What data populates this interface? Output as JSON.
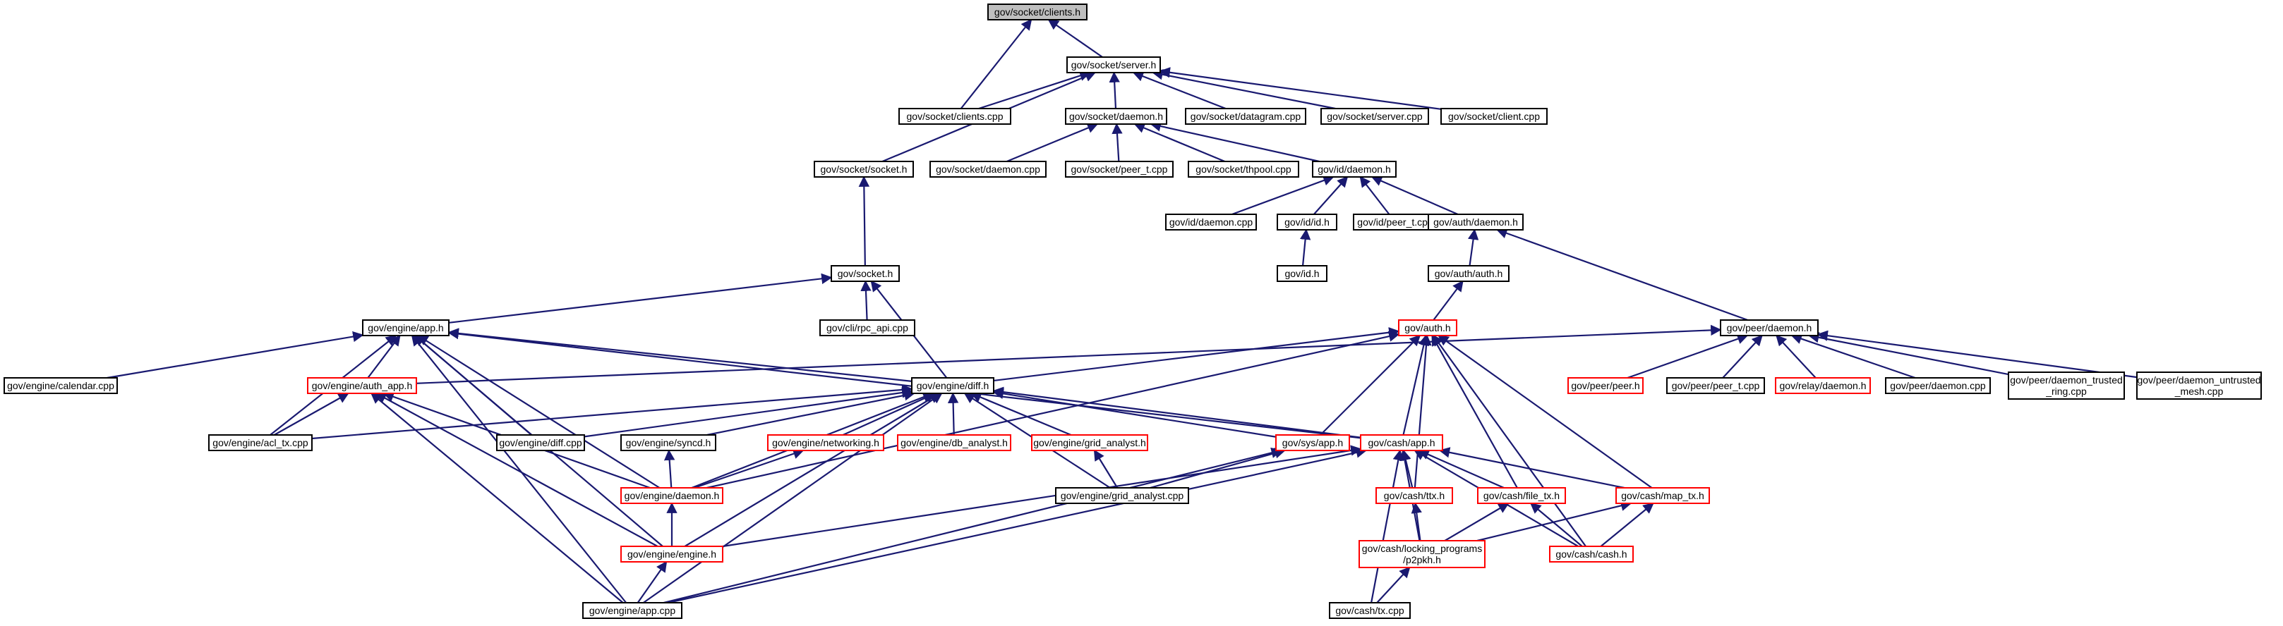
{
  "graph": {
    "colors": {
      "edge": "#191970",
      "node_border_normal": "#000000",
      "node_border_truncated": "#ff0000",
      "root_fill": "#bfbfbf",
      "node_fill": "#ffffff"
    },
    "nodes": [
      {
        "id": "clients_h",
        "lines": [
          "gov/socket/clients.h"
        ],
        "style": "root"
      },
      {
        "id": "server_h",
        "lines": [
          "gov/socket/server.h"
        ],
        "style": "normal"
      },
      {
        "id": "clients_cpp",
        "lines": [
          "gov/socket/clients.cpp"
        ],
        "style": "normal"
      },
      {
        "id": "sock_daemon_h",
        "lines": [
          "gov/socket/daemon.h"
        ],
        "style": "normal"
      },
      {
        "id": "datagram_cpp",
        "lines": [
          "gov/socket/datagram.cpp"
        ],
        "style": "normal"
      },
      {
        "id": "server_cpp",
        "lines": [
          "gov/socket/server.cpp"
        ],
        "style": "normal"
      },
      {
        "id": "client_cpp",
        "lines": [
          "gov/socket/client.cpp"
        ],
        "style": "normal"
      },
      {
        "id": "socket_socket_h",
        "lines": [
          "gov/socket/socket.h"
        ],
        "style": "normal"
      },
      {
        "id": "sock_daemon_cpp",
        "lines": [
          "gov/socket/daemon.cpp"
        ],
        "style": "normal"
      },
      {
        "id": "sock_peer_t_cpp",
        "lines": [
          "gov/socket/peer_t.cpp"
        ],
        "style": "normal"
      },
      {
        "id": "thpool_cpp",
        "lines": [
          "gov/socket/thpool.cpp"
        ],
        "style": "normal"
      },
      {
        "id": "id_daemon_h",
        "lines": [
          "gov/id/daemon.h"
        ],
        "style": "normal"
      },
      {
        "id": "id_daemon_cpp",
        "lines": [
          "gov/id/daemon.cpp"
        ],
        "style": "normal"
      },
      {
        "id": "id_id_h",
        "lines": [
          "gov/id/id.h"
        ],
        "style": "normal"
      },
      {
        "id": "id_peer_t_cpp",
        "lines": [
          "gov/id/peer_t.cpp"
        ],
        "style": "normal"
      },
      {
        "id": "auth_daemon_h",
        "lines": [
          "gov/auth/daemon.h"
        ],
        "style": "normal"
      },
      {
        "id": "id_h",
        "lines": [
          "gov/id.h"
        ],
        "style": "normal"
      },
      {
        "id": "auth_auth_h",
        "lines": [
          "gov/auth/auth.h"
        ],
        "style": "normal"
      },
      {
        "id": "socket_h",
        "lines": [
          "gov/socket.h"
        ],
        "style": "normal"
      },
      {
        "id": "rpc_api_cpp",
        "lines": [
          "gov/cli/rpc_api.cpp"
        ],
        "style": "normal"
      },
      {
        "id": "engine_app_h",
        "lines": [
          "gov/engine/app.h"
        ],
        "style": "normal"
      },
      {
        "id": "auth_h",
        "lines": [
          "gov/auth.h"
        ],
        "style": "truncated"
      },
      {
        "id": "peer_daemon_h",
        "lines": [
          "gov/peer/daemon.h"
        ],
        "style": "normal"
      },
      {
        "id": "calendar_cpp",
        "lines": [
          "gov/engine/calendar.cpp"
        ],
        "style": "normal"
      },
      {
        "id": "auth_app_h",
        "lines": [
          "gov/engine/auth_app.h"
        ],
        "style": "truncated"
      },
      {
        "id": "diff_h",
        "lines": [
          "gov/engine/diff.h"
        ],
        "style": "normal"
      },
      {
        "id": "peer_h",
        "lines": [
          "gov/peer/peer.h"
        ],
        "style": "truncated"
      },
      {
        "id": "peer_peer_t_cpp",
        "lines": [
          "gov/peer/peer_t.cpp"
        ],
        "style": "normal"
      },
      {
        "id": "relay_daemon_h",
        "lines": [
          "gov/relay/daemon.h"
        ],
        "style": "truncated"
      },
      {
        "id": "peer_daemon_cpp",
        "lines": [
          "gov/peer/daemon.cpp"
        ],
        "style": "normal"
      },
      {
        "id": "trusted_ring_cpp",
        "lines": [
          "gov/peer/daemon_trusted",
          "_ring.cpp"
        ],
        "style": "normal"
      },
      {
        "id": "untrusted_mesh_cpp",
        "lines": [
          "gov/peer/daemon_untrusted",
          "_mesh.cpp"
        ],
        "style": "normal"
      },
      {
        "id": "acl_tx_cpp",
        "lines": [
          "gov/engine/acl_tx.cpp"
        ],
        "style": "normal"
      },
      {
        "id": "diff_cpp",
        "lines": [
          "gov/engine/diff.cpp"
        ],
        "style": "normal"
      },
      {
        "id": "syncd_h",
        "lines": [
          "gov/engine/syncd.h"
        ],
        "style": "normal"
      },
      {
        "id": "networking_h",
        "lines": [
          "gov/engine/networking.h"
        ],
        "style": "truncated"
      },
      {
        "id": "db_analyst_h",
        "lines": [
          "gov/engine/db_analyst.h"
        ],
        "style": "truncated"
      },
      {
        "id": "grid_analyst_h",
        "lines": [
          "gov/engine/grid_analyst.h"
        ],
        "style": "truncated"
      },
      {
        "id": "sys_app_h",
        "lines": [
          "gov/sys/app.h"
        ],
        "style": "truncated"
      },
      {
        "id": "cash_app_h",
        "lines": [
          "gov/cash/app.h"
        ],
        "style": "truncated"
      },
      {
        "id": "engine_daemon_h",
        "lines": [
          "gov/engine/daemon.h"
        ],
        "style": "truncated"
      },
      {
        "id": "grid_analyst_cpp",
        "lines": [
          "gov/engine/grid_analyst.cpp"
        ],
        "style": "normal"
      },
      {
        "id": "cash_ttx_h",
        "lines": [
          "gov/cash/ttx.h"
        ],
        "style": "truncated"
      },
      {
        "id": "cash_file_tx_h",
        "lines": [
          "gov/cash/file_tx.h"
        ],
        "style": "truncated"
      },
      {
        "id": "cash_map_tx_h",
        "lines": [
          "gov/cash/map_tx.h"
        ],
        "style": "truncated"
      },
      {
        "id": "engine_engine_h",
        "lines": [
          "gov/engine/engine.h"
        ],
        "style": "truncated"
      },
      {
        "id": "p2pkh_h",
        "lines": [
          "gov/cash/locking_programs",
          "/p2pkh.h"
        ],
        "style": "truncated"
      },
      {
        "id": "cash_cash_h",
        "lines": [
          "gov/cash/cash.h"
        ],
        "style": "truncated"
      },
      {
        "id": "engine_app_cpp",
        "lines": [
          "gov/engine/app.cpp"
        ],
        "style": "normal"
      },
      {
        "id": "cash_tx_cpp",
        "lines": [
          "gov/cash/tx.cpp"
        ],
        "style": "normal"
      }
    ],
    "edges": [
      [
        "clients_h",
        "clients_cpp"
      ],
      [
        "clients_h",
        "server_h"
      ],
      [
        "server_h",
        "clients_cpp"
      ],
      [
        "server_h",
        "sock_daemon_h"
      ],
      [
        "server_h",
        "datagram_cpp"
      ],
      [
        "server_h",
        "server_cpp"
      ],
      [
        "server_h",
        "client_cpp"
      ],
      [
        "server_h",
        "socket_socket_h"
      ],
      [
        "sock_daemon_h",
        "sock_daemon_cpp"
      ],
      [
        "sock_daemon_h",
        "sock_peer_t_cpp"
      ],
      [
        "sock_daemon_h",
        "thpool_cpp"
      ],
      [
        "sock_daemon_h",
        "id_daemon_h"
      ],
      [
        "id_daemon_h",
        "id_daemon_cpp"
      ],
      [
        "id_daemon_h",
        "id_id_h"
      ],
      [
        "id_daemon_h",
        "id_peer_t_cpp"
      ],
      [
        "id_daemon_h",
        "auth_daemon_h"
      ],
      [
        "id_id_h",
        "id_h"
      ],
      [
        "auth_daemon_h",
        "auth_auth_h"
      ],
      [
        "auth_daemon_h",
        "peer_daemon_h"
      ],
      [
        "auth_auth_h",
        "auth_h"
      ],
      [
        "socket_socket_h",
        "socket_h"
      ],
      [
        "socket_h",
        "engine_app_h"
      ],
      [
        "socket_h",
        "rpc_api_cpp"
      ],
      [
        "socket_h",
        "diff_h"
      ],
      [
        "engine_app_h",
        "calendar_cpp"
      ],
      [
        "engine_app_h",
        "auth_app_h"
      ],
      [
        "engine_app_h",
        "diff_h"
      ],
      [
        "engine_app_h",
        "acl_tx_cpp"
      ],
      [
        "engine_app_h",
        "diff_cpp"
      ],
      [
        "engine_app_h",
        "engine_daemon_h"
      ],
      [
        "engine_app_h",
        "engine_engine_h"
      ],
      [
        "engine_app_h",
        "engine_app_cpp"
      ],
      [
        "engine_app_h",
        "cash_app_h"
      ],
      [
        "auth_app_h",
        "acl_tx_cpp"
      ],
      [
        "auth_app_h",
        "engine_daemon_h"
      ],
      [
        "auth_app_h",
        "engine_engine_h"
      ],
      [
        "auth_app_h",
        "engine_app_cpp"
      ],
      [
        "peer_daemon_h",
        "auth_app_h"
      ],
      [
        "peer_daemon_h",
        "peer_h"
      ],
      [
        "peer_daemon_h",
        "peer_peer_t_cpp"
      ],
      [
        "peer_daemon_h",
        "relay_daemon_h"
      ],
      [
        "peer_daemon_h",
        "peer_daemon_cpp"
      ],
      [
        "peer_daemon_h",
        "trusted_ring_cpp"
      ],
      [
        "peer_daemon_h",
        "untrusted_mesh_cpp"
      ],
      [
        "auth_h",
        "diff_h"
      ],
      [
        "auth_h",
        "sys_app_h"
      ],
      [
        "auth_h",
        "cash_app_h"
      ],
      [
        "auth_h",
        "engine_daemon_h"
      ],
      [
        "auth_h",
        "cash_ttx_h"
      ],
      [
        "auth_h",
        "cash_file_tx_h"
      ],
      [
        "auth_h",
        "cash_map_tx_h"
      ],
      [
        "auth_h",
        "cash_cash_h"
      ],
      [
        "diff_h",
        "acl_tx_cpp"
      ],
      [
        "diff_h",
        "diff_cpp"
      ],
      [
        "diff_h",
        "syncd_h"
      ],
      [
        "diff_h",
        "networking_h"
      ],
      [
        "diff_h",
        "db_analyst_h"
      ],
      [
        "diff_h",
        "grid_analyst_h"
      ],
      [
        "diff_h",
        "sys_app_h"
      ],
      [
        "diff_h",
        "cash_app_h"
      ],
      [
        "diff_h",
        "engine_daemon_h"
      ],
      [
        "diff_h",
        "grid_analyst_cpp"
      ],
      [
        "diff_h",
        "engine_engine_h"
      ],
      [
        "diff_h",
        "engine_app_cpp"
      ],
      [
        "syncd_h",
        "engine_daemon_h"
      ],
      [
        "networking_h",
        "engine_daemon_h"
      ],
      [
        "grid_analyst_h",
        "grid_analyst_cpp"
      ],
      [
        "sys_app_h",
        "grid_analyst_cpp"
      ],
      [
        "sys_app_h",
        "engine_app_cpp"
      ],
      [
        "cash_app_h",
        "cash_ttx_h"
      ],
      [
        "cash_app_h",
        "cash_file_tx_h"
      ],
      [
        "cash_app_h",
        "cash_map_tx_h"
      ],
      [
        "cash_app_h",
        "p2pkh_h"
      ],
      [
        "cash_app_h",
        "cash_cash_h"
      ],
      [
        "cash_app_h",
        "engine_engine_h"
      ],
      [
        "cash_app_h",
        "engine_app_cpp"
      ],
      [
        "cash_app_h",
        "cash_tx_cpp"
      ],
      [
        "engine_daemon_h",
        "engine_engine_h"
      ],
      [
        "engine_engine_h",
        "engine_app_cpp"
      ],
      [
        "cash_ttx_h",
        "p2pkh_h"
      ],
      [
        "cash_file_tx_h",
        "p2pkh_h"
      ],
      [
        "cash_file_tx_h",
        "cash_cash_h"
      ],
      [
        "cash_map_tx_h",
        "p2pkh_h"
      ],
      [
        "cash_map_tx_h",
        "cash_cash_h"
      ],
      [
        "p2pkh_h",
        "cash_tx_cpp"
      ]
    ]
  }
}
